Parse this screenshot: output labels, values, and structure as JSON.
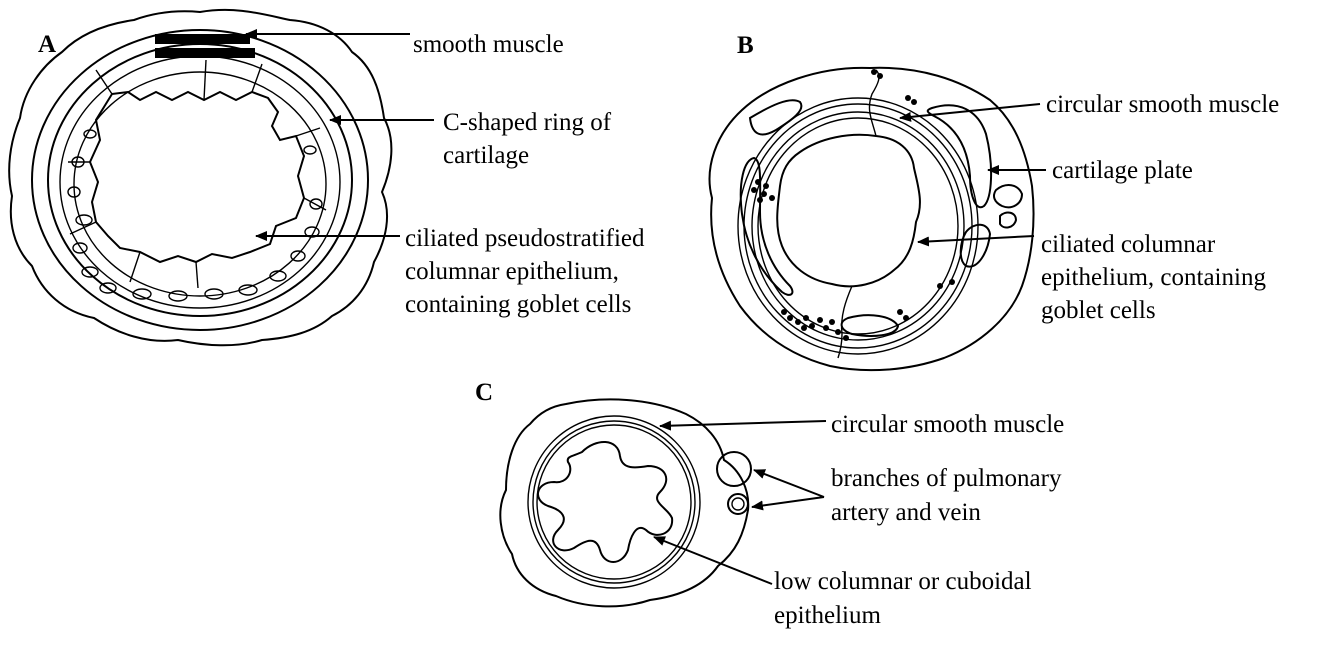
{
  "panels": {
    "a": {
      "label": "A",
      "annotations": {
        "smooth_muscle": [
          "smooth muscle"
        ],
        "cartilage": [
          "C-shaped ring of",
          "cartilage"
        ],
        "epithelium": [
          "ciliated pseudostratified",
          "columnar epithelium,",
          "containing goblet cells"
        ]
      }
    },
    "b": {
      "label": "B",
      "annotations": {
        "muscle": [
          "circular smooth muscle"
        ],
        "cartilage": [
          "cartilage plate"
        ],
        "epithelium": [
          "ciliated columnar",
          "epithelium, containing",
          "goblet cells"
        ]
      }
    },
    "c": {
      "label": "C",
      "annotations": {
        "muscle": [
          "circular smooth muscle"
        ],
        "vessels": [
          "branches of pulmonary",
          "artery and vein"
        ],
        "epithelium": [
          "low  columnar or cuboidal",
          "epithelium"
        ]
      }
    }
  },
  "colors": {
    "ink": "#000000",
    "background": "#ffffff"
  }
}
